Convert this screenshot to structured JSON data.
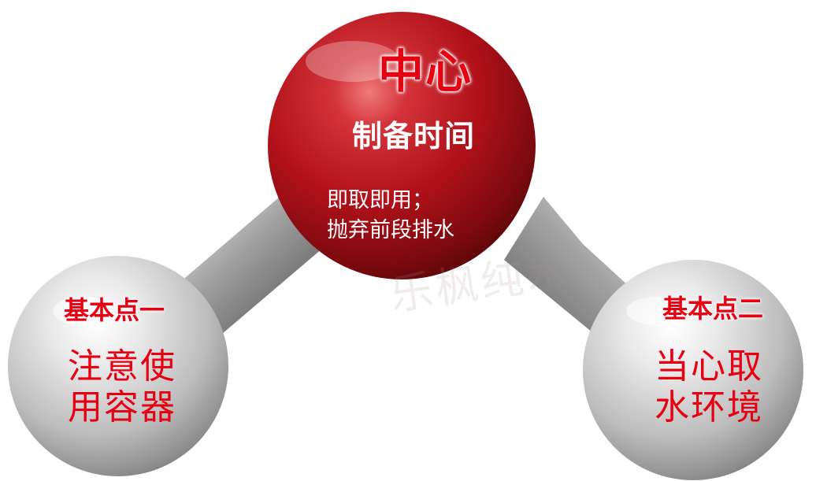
{
  "center": {
    "title": "中心",
    "subtitle": "制备时间",
    "desc_line1": "即取即用；",
    "desc_line2": "抛弃前段排水"
  },
  "left_node": {
    "title": "基本点一",
    "body_line1": "注意使",
    "body_line2": "用容器"
  },
  "right_node": {
    "title": "基本点二",
    "body_line1": "当心取",
    "body_line2": "水环境"
  },
  "watermark": "乐枫纯水",
  "colors": {
    "center_sphere": "#c0161e",
    "side_sphere": "#c8c8c8",
    "connector_rod": "#9a9a9a",
    "accent_text": "#e60012"
  }
}
